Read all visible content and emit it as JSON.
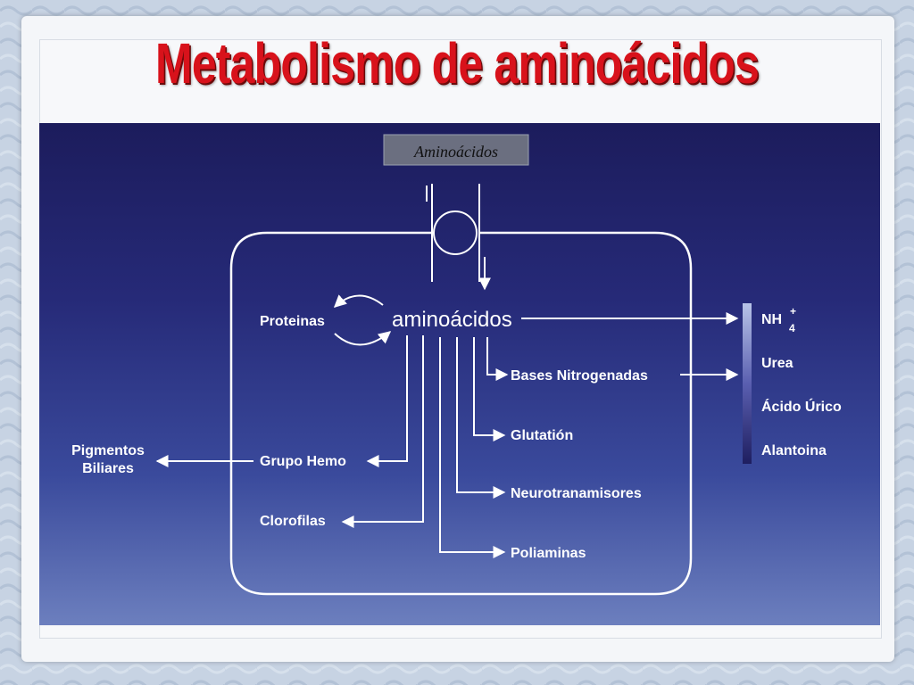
{
  "title": "Metabolismo de aminoácidos",
  "diagram": {
    "input_tag": "Aminoácidos",
    "center": "aminoácidos",
    "proteins": "Proteinas",
    "pigments_line1": "Pigmentos",
    "pigments_line2": "Biliares",
    "hemo": "Grupo Hemo",
    "chlorophyll": "Clorofilas",
    "bases": "Bases Nitrogenadas",
    "glutathione": "Glutatión",
    "neuro": "Neurotranamisores",
    "polyamines": "Poliaminas",
    "ammonium_base": "NH",
    "ammonium_sup": "+",
    "ammonium_sub": "4",
    "urea": "Urea",
    "uric": "Ácido Úrico",
    "allantoin": "Alantoina"
  },
  "colors": {
    "title": "#d8121b",
    "panel_top": "#1c1c5c",
    "panel_bottom": "#6c7fbe",
    "lines": "#ffffff"
  }
}
